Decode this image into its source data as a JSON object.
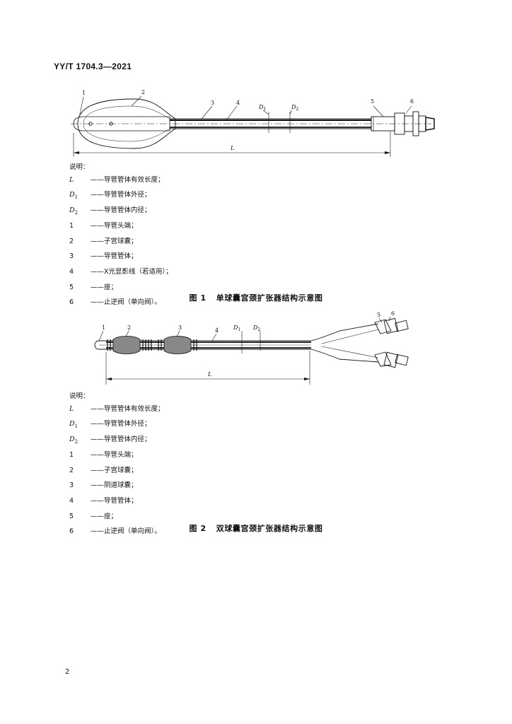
{
  "header": {
    "standard_code": "YY/T 1704.3—2021"
  },
  "figure1": {
    "labels": {
      "n1": "1",
      "n2": "2",
      "n3": "3",
      "n4": "4",
      "n5": "5",
      "n6": "6",
      "d1": "D",
      "d1_sub": "1",
      "d2": "D",
      "d2_sub": "2",
      "length": "L"
    },
    "legend": {
      "title": "说明：",
      "items": [
        {
          "sym": "L",
          "sub": "",
          "text": "——导管管体有效长度；"
        },
        {
          "sym": "D",
          "sub": "1",
          "text": "——导管管体外径；"
        },
        {
          "sym": "D",
          "sub": "2",
          "text": "——导管管体内径；"
        },
        {
          "sym": "1",
          "sub": "",
          "text": "——导管头端；"
        },
        {
          "sym": "2",
          "sub": "",
          "text": "——子宫球囊；"
        },
        {
          "sym": "3",
          "sub": "",
          "text": "——导管管体；"
        },
        {
          "sym": "4",
          "sub": "",
          "text": "——X光显影线（若适用）；"
        },
        {
          "sym": "5",
          "sub": "",
          "text": "——座；"
        },
        {
          "sym": "6",
          "sub": "",
          "text": "——止逆阀（单向阀）。"
        }
      ]
    },
    "caption_num": "图 1",
    "caption_text": "单球囊宫颈扩张器结构示意图"
  },
  "figure2": {
    "labels": {
      "n1": "1",
      "n2": "2",
      "n3": "3",
      "n4": "4",
      "n5": "5",
      "n6": "6",
      "d1": "D",
      "d1_sub": "1",
      "d2": "D",
      "d2_sub": "2",
      "length": "L"
    },
    "legend": {
      "title": "说明：",
      "items": [
        {
          "sym": "L",
          "sub": "",
          "text": "——导管管体有效长度；"
        },
        {
          "sym": "D",
          "sub": "1",
          "text": "——导管管体外径；"
        },
        {
          "sym": "D",
          "sub": "2",
          "text": "——导管管体内径；"
        },
        {
          "sym": "1",
          "sub": "",
          "text": "——导管头端；"
        },
        {
          "sym": "2",
          "sub": "",
          "text": "——子宫球囊；"
        },
        {
          "sym": "3",
          "sub": "",
          "text": "——阴道球囊；"
        },
        {
          "sym": "4",
          "sub": "",
          "text": "——导管管体；"
        },
        {
          "sym": "5",
          "sub": "",
          "text": "——座；"
        },
        {
          "sym": "6",
          "sub": "",
          "text": "——止逆阀（单向阀）。"
        }
      ]
    },
    "caption_num": "图 2",
    "caption_text": "双球囊宫颈扩张器结构示意图"
  },
  "footer": {
    "page_number": "2"
  }
}
